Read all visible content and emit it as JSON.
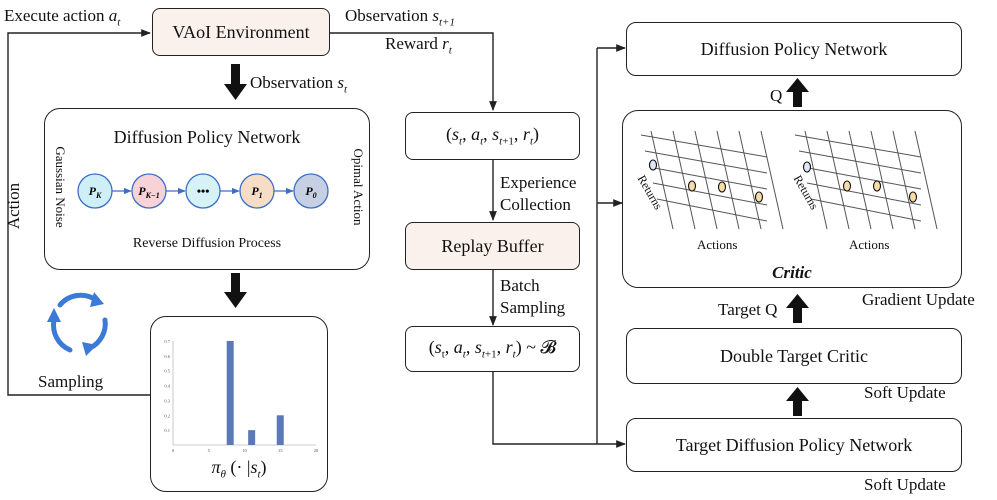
{
  "env": {
    "label": "VAoI Environment"
  },
  "left_panel": {
    "execute_action": "Execute action",
    "execute_action_sym": "a",
    "execute_action_sub": "t",
    "observation_label": "Observation",
    "observation_sym": "s",
    "observation_sub": "t",
    "action_vertical": "Action",
    "sampling": "Sampling"
  },
  "policy_box": {
    "title": "Diffusion Policy Network",
    "left_side": "Gaussian Noise",
    "right_side": "Opimal Action",
    "bottom": "Reverse Diffusion Process",
    "nodes": [
      {
        "main": "P",
        "sub": "K",
        "color": "#cfeff7"
      },
      {
        "main": "P",
        "sub": "K−1",
        "color": "#f7d3d8"
      },
      {
        "main": "•••",
        "sub": "",
        "color": "#d6f2f6"
      },
      {
        "main": "P",
        "sub": "1",
        "color": "#f7dcc6"
      },
      {
        "main": "P",
        "sub": "0",
        "color": "#c7cfe2"
      }
    ]
  },
  "pi_label": {
    "text": "πθ (· |st)"
  },
  "mini_chart": {
    "chart_data": {
      "type": "bar",
      "x": [
        8,
        11,
        15
      ],
      "values": [
        0.7,
        0.1,
        0.2
      ],
      "xlim": [
        0,
        20
      ],
      "ylim": [
        0,
        0.7
      ],
      "xticks": [
        "0",
        "5",
        "10",
        "15",
        "20"
      ],
      "yticks": [
        "0.1",
        "0.2",
        "0.3",
        "0.4",
        "0.5",
        "0.6",
        "0.7"
      ],
      "bar_color": "#5b79b5"
    }
  },
  "middle": {
    "obs_next": "Observation",
    "obs_next_sym": "s",
    "obs_next_sub": "t+1",
    "reward": "Reward",
    "reward_sym": "r",
    "reward_sub": "t",
    "tuple_top": "(st, at, st+1, rt)",
    "experience": "Experience",
    "collection": "Collection",
    "replay_buffer": "Replay Buffer",
    "batch": "Batch",
    "sampling": "Sampling",
    "tuple_bottom": "(st, at, st+1, rt) ~ 𝓑"
  },
  "right": {
    "policy_top": "Diffusion Policy Network",
    "q_label": "Q",
    "critic_title": "Critic",
    "returns": "Returns",
    "actions": "Actions",
    "gradient_update": "Gradient Update",
    "target_q": "Target Q",
    "double_target": "Double Target Critic",
    "soft_update_1": "Soft Update",
    "target_policy": "Target Diffusion Policy Network",
    "soft_update_2": "Soft Update"
  }
}
